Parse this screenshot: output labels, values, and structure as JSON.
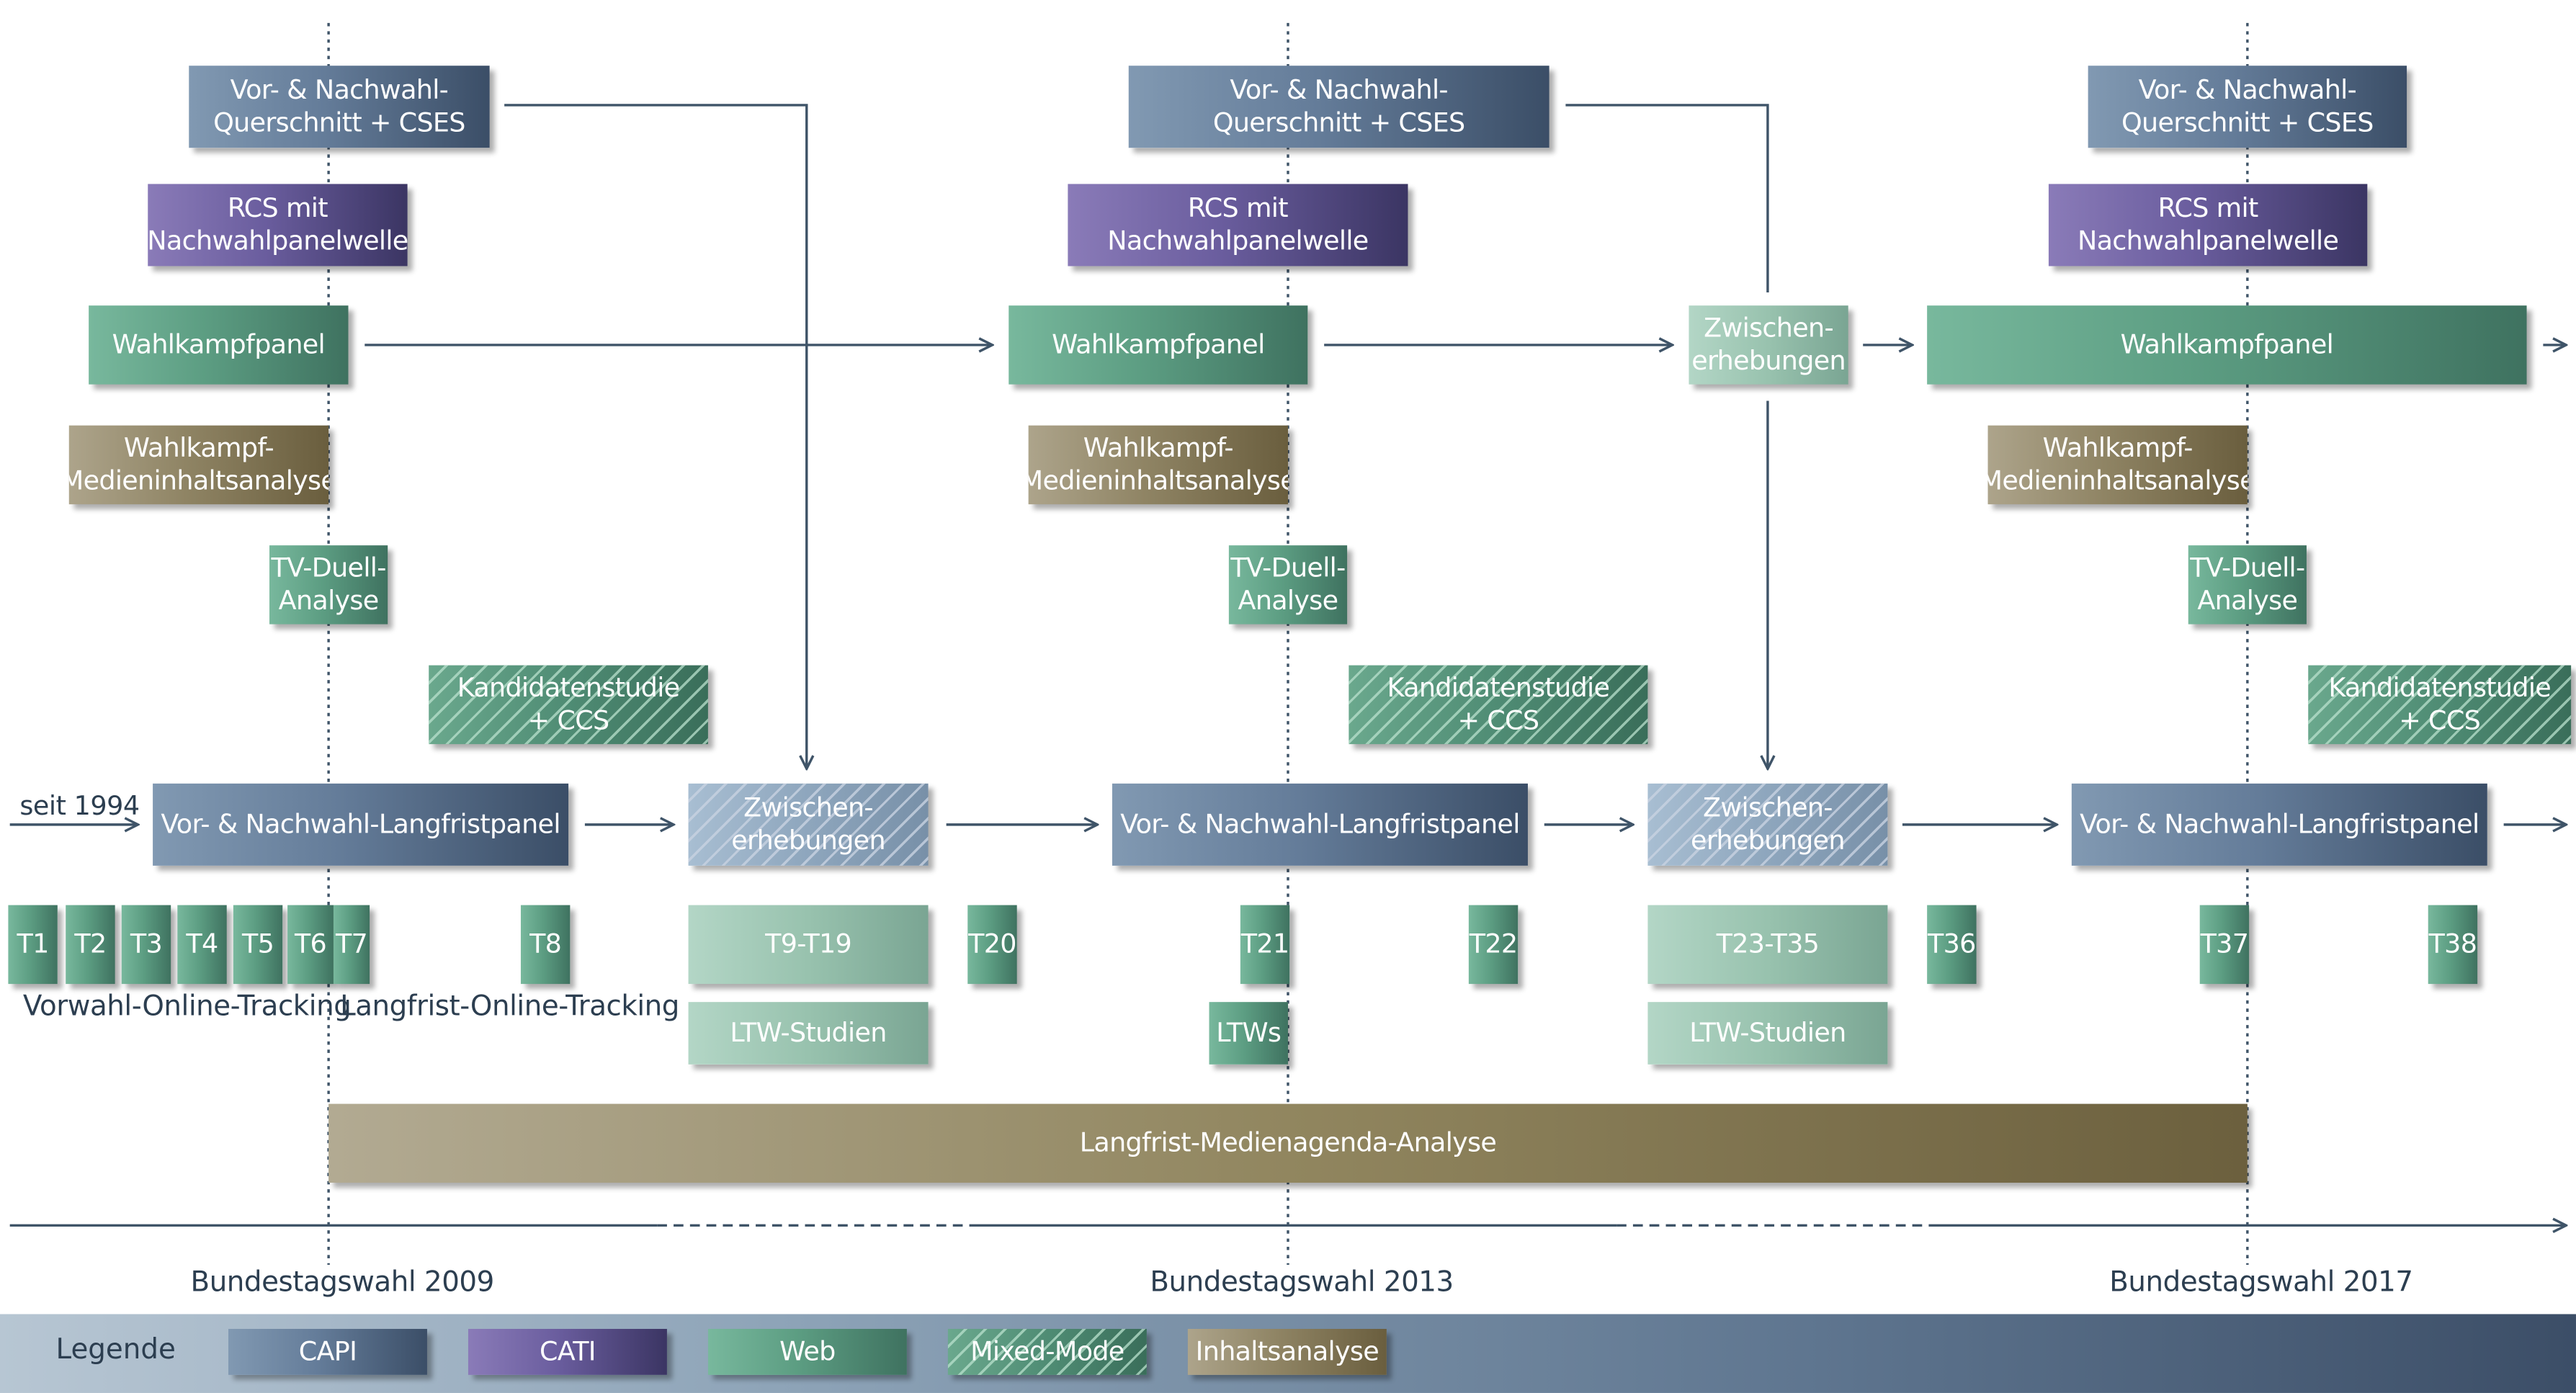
{
  "diagram": {
    "cross_sections": [
      "Vor- & Nachwahl-\nQuerschnitt + CSES",
      "Vor- & Nachwahl-\nQuerschnitt + CSES",
      "Vor- & Nachwahl-\nQuerschnitt + CSES"
    ],
    "rcs": [
      "RCS mit\nNachwahlpanelwelle",
      "RCS mit\nNachwahlpanelwelle",
      "RCS mit\nNachwahlpanelwelle"
    ],
    "campaign_panel": [
      "Wahlkampfpanel",
      "Wahlkampfpanel",
      "Wahlkampfpanel"
    ],
    "media_content": [
      "Wahlkampf-\nMedieninhaltsanalyse",
      "Wahlkampf-\nMedieninhaltsanalyse",
      "Wahlkampf-\nMedieninhaltsanalyse"
    ],
    "tv_duel": [
      "TV-Duell-\nAnalyse",
      "TV-Duell-\nAnalyse",
      "TV-Duell-\nAnalyse"
    ],
    "candidate_study": [
      "Kandidatenstudie\n+ CCS",
      "Kandidatenstudie\n+ CCS",
      "Kandidatenstudie\n+ CCS"
    ],
    "zwischen_top": "Zwischen-\nerhebungen",
    "since_label": "seit 1994",
    "long_term_panel": [
      "Vor- & Nachwahl-Langfristpanel",
      "Vor- & Nachwahl-Langfristpanel",
      "Vor- & Nachwahl-Langfristpanel"
    ],
    "zwischen_bottom": [
      "Zwischen-\nerhebungen",
      "Zwischen-\nerhebungen"
    ],
    "tracking": {
      "t1": "T1",
      "t2": "T2",
      "t3": "T3",
      "t4": "T4",
      "t5": "T5",
      "t6": "T6",
      "t7": "T7",
      "t8": "T8",
      "t9_19": "T9-T19",
      "t20": "T20",
      "t21": "T21",
      "t22": "T22",
      "t23_35": "T23-T35",
      "t36": "T36",
      "t37": "T37",
      "t38": "T38"
    },
    "tracking_pre_label": "Vorwahl-Online-Tracking",
    "tracking_long_label": "Langfrist-Online-Tracking",
    "ltw": [
      "LTW-Studien",
      "LTWs",
      "LTW-Studien"
    ],
    "long_media_agenda": "Langfrist-Medienagenda-Analyse",
    "elections": [
      "Bundestagswahl 2009",
      "Bundestagswahl 2013",
      "Bundestagswahl 2017"
    ]
  },
  "legend": {
    "title": "Legende",
    "items": [
      "CAPI",
      "CATI",
      "Web",
      "Mixed-Mode",
      "Inhaltsanalyse"
    ]
  },
  "colors": {
    "capi": "#647c99",
    "cati": "#6a5d9e",
    "web": "#5c9d82",
    "inhaltsanalyse": "#8f8464",
    "lines": "#3f5468"
  }
}
